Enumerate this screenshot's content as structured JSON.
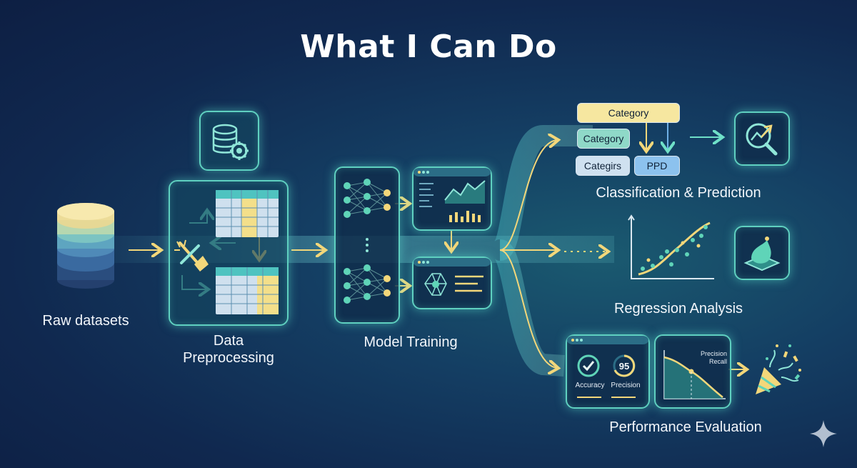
{
  "title": "What I Can Do",
  "stages": {
    "raw": "Raw datasets",
    "preprocessing_line1": "Data",
    "preprocessing_line2": "Preprocessing",
    "training": "Model Training",
    "classification": "Classification & Prediction",
    "regression": "Regression Analysis",
    "evaluation": "Performance Evaluation"
  },
  "classification_tags": {
    "top": "Category",
    "mid": "Category",
    "left_bottom": "Categirs",
    "right_bottom": "PPD"
  },
  "evaluation": {
    "accuracy_label": "Accuracy",
    "precision_label": "Precision",
    "precision_value": "95",
    "curve_label_1": "Precision",
    "curve_label_2": "Recall"
  },
  "colors": {
    "accent_teal": "#5fd0c0",
    "accent_yellow": "#f3d77a",
    "accent_blue": "#6fb0e6"
  },
  "icons": [
    "database-icon",
    "database-gear-icon",
    "broom-tools-icon",
    "neural-network-icon",
    "dashboard-chart-icon",
    "analytics-magnifier-icon",
    "3d-layer-icon",
    "party-popper-icon",
    "sparkle-icon"
  ]
}
